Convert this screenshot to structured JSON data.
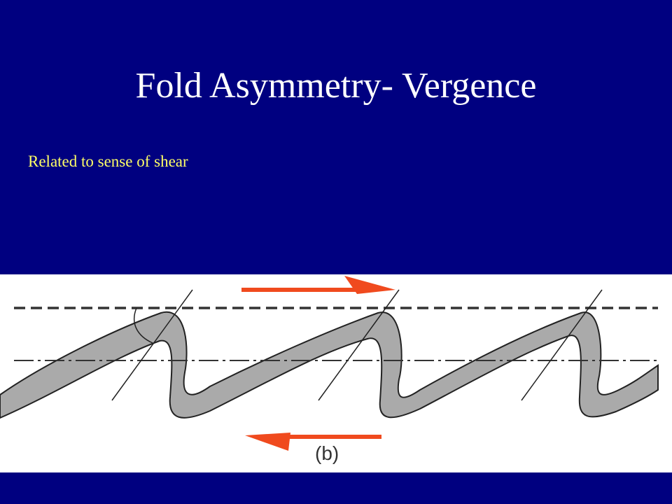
{
  "slide": {
    "title": "Fold Asymmetry- Vergence",
    "subtitle": "Related to sense of shear"
  },
  "figure": {
    "label": "(b)"
  },
  "colors": {
    "background": "#000080",
    "title": "#ffffff",
    "subtitle": "#ffff66",
    "figure_background": "#ffffff",
    "fold_fill": "#aaaaaa",
    "shear_arrow": "#f04a1e"
  },
  "icons": {
    "top_arrow": "right-shear-arrow-icon",
    "bottom_arrow": "left-shear-arrow-icon"
  }
}
